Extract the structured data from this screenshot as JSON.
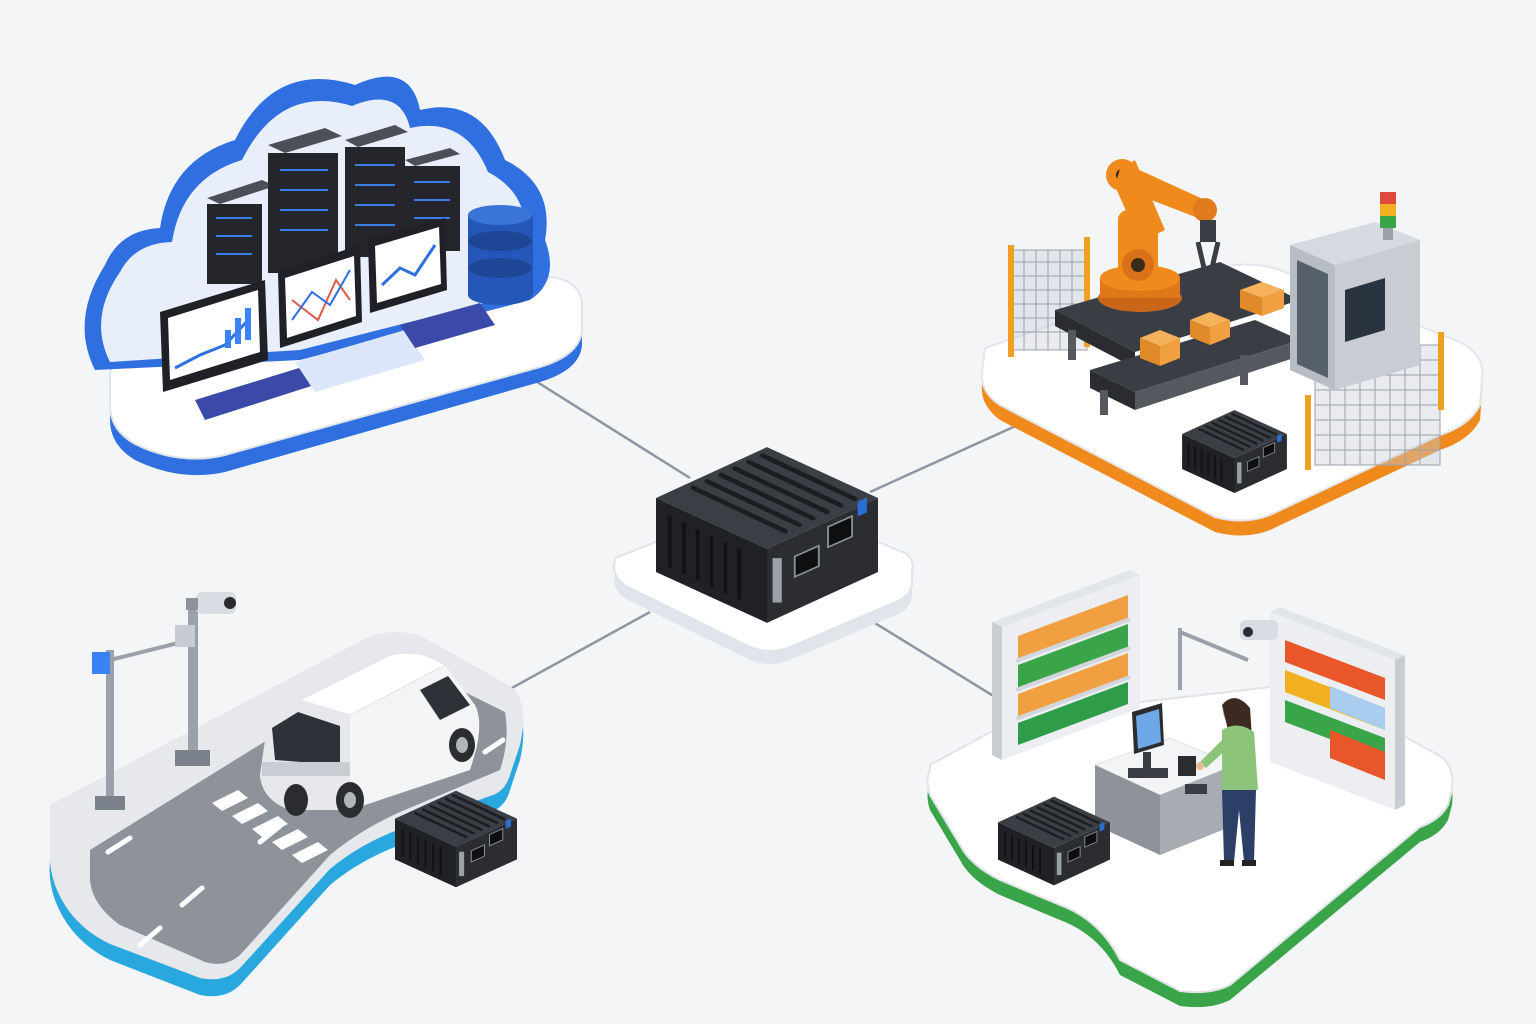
{
  "colors": {
    "background": "#f4f5f7",
    "cloud_accent": "#2f6fe0",
    "factory_accent": "#f08a1c",
    "street_accent": "#29a8e0",
    "retail_accent": "#3aa548",
    "device_body": "#2b2d31",
    "link_line": "#8e96a3",
    "robot_orange": "#f08a1c"
  },
  "nodes": [
    {
      "name": "cloud-datacenter",
      "icon": "cloud-servers-icon"
    },
    {
      "name": "edge-gateway-hub",
      "icon": "mini-pc-icon"
    },
    {
      "name": "smart-factory",
      "icon": "robot-arm-icon"
    },
    {
      "name": "smart-traffic",
      "icon": "delivery-van-icon"
    },
    {
      "name": "smart-retail",
      "icon": "checkout-counter-icon"
    }
  ],
  "links": [
    {
      "from": "edge-gateway-hub",
      "to": "cloud-datacenter"
    },
    {
      "from": "edge-gateway-hub",
      "to": "smart-factory"
    },
    {
      "from": "edge-gateway-hub",
      "to": "smart-traffic"
    },
    {
      "from": "edge-gateway-hub",
      "to": "smart-retail"
    }
  ]
}
